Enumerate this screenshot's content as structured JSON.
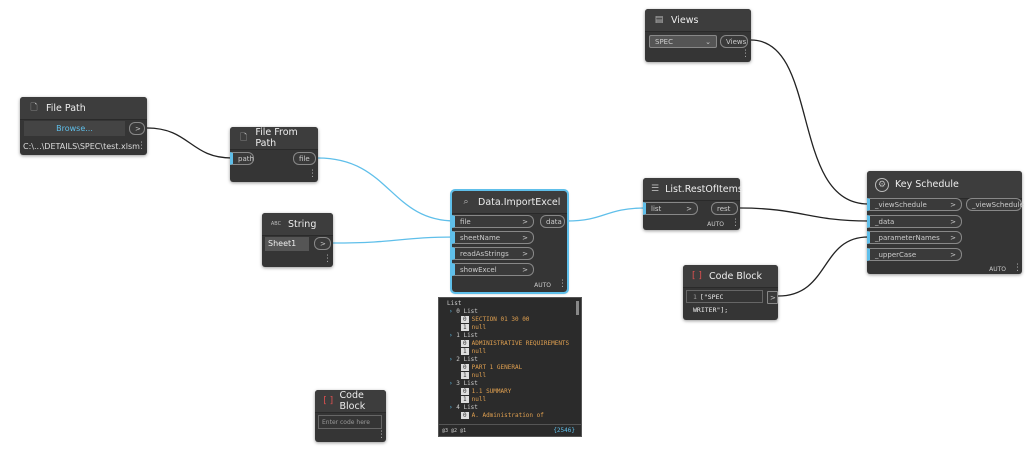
{
  "views": {
    "title": "Views",
    "dropdown": "SPEC",
    "output": "Views"
  },
  "file_path": {
    "title": "File Path",
    "browse": "Browse...",
    "output": ">",
    "value": "C:\\...\\DETAILS\\SPEC\\test.xlsm"
  },
  "file_from_path": {
    "title": "File From Path",
    "input": "path",
    "output": "file"
  },
  "string": {
    "title": "String",
    "value": "Sheet1",
    "output": ">",
    "icon_label": "ABC"
  },
  "import_excel": {
    "title": "Data.ImportExcel",
    "inputs": [
      "file",
      "sheetName",
      "readAsStrings",
      "showExcel"
    ],
    "output": "data",
    "lacing": "AUTO"
  },
  "rest_of_items": {
    "title": "List.RestOfItems",
    "input": "list",
    "output": "rest",
    "lacing": "AUTO"
  },
  "key_schedule": {
    "title": "Key Schedule",
    "inputs": [
      "_viewSchedule",
      "_data",
      "_parameterNames",
      "_upperCase"
    ],
    "output": "_viewSchedule",
    "lacing": "AUTO"
  },
  "code_block": {
    "title": "Code Block",
    "line": "1",
    "code": "[\"SPEC WRITER\"];",
    "output": ">"
  },
  "code_block_empty": {
    "title": "Code Block",
    "placeholder": "Enter code here"
  },
  "watch": {
    "root": "List",
    "items": [
      {
        "label": "0 List",
        "v0": "SECTION 01 30 00",
        "v1": "null"
      },
      {
        "label": "1 List",
        "v0": "ADMINISTRATIVE REQUIREMENTS",
        "v1": "null"
      },
      {
        "label": "2 List",
        "v0": "PART  1  GENERAL",
        "v1": "null"
      },
      {
        "label": "3 List",
        "v0": "1.1       SUMMARY",
        "v1": "null"
      },
      {
        "label": "4 List",
        "v0": "A.        Administration of"
      }
    ],
    "levels": "@3 @2 @1",
    "count": "{2546}",
    "i0": "0",
    "i1": "1"
  },
  "colors": {
    "selected": "#5fbfea",
    "canvas": "#ffffff",
    "node": "#353535"
  }
}
